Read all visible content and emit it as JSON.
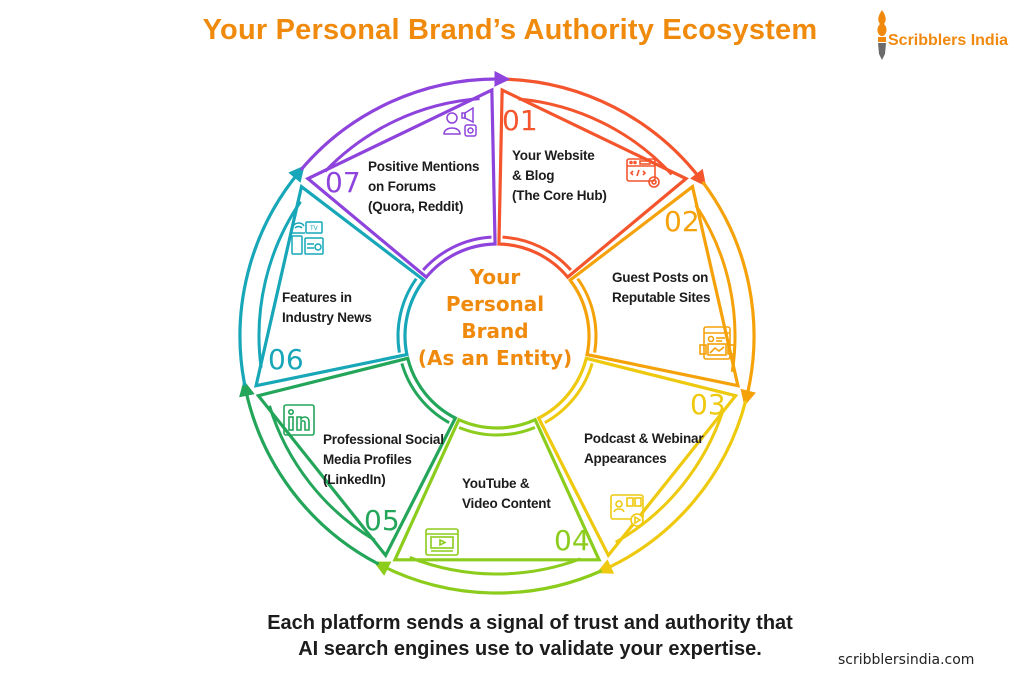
{
  "title": "Your Personal Brand’s Authority Ecosystem",
  "logo": {
    "text": "Scribblers India",
    "icon": "pen-nib-icon",
    "color": "#f0890e"
  },
  "center": {
    "lines": [
      "Your",
      "Personal",
      "Brand",
      "(As an Entity)"
    ],
    "color": "#f08a0c"
  },
  "segments": [
    {
      "number": "01",
      "lines": [
        "Your Website",
        "& Blog",
        "(The Core Hub)"
      ],
      "icon": "website-code-gear-icon",
      "color": "#f4552d"
    },
    {
      "number": "02",
      "lines": [
        "Guest Posts on",
        "Reputable Sites"
      ],
      "icon": "web-page-layout-icon",
      "color": "#f5a20a"
    },
    {
      "number": "03",
      "lines": [
        "Podcast & Webinar",
        "Appearances"
      ],
      "icon": "video-conference-play-icon",
      "color": "#eec90e"
    },
    {
      "number": "04",
      "lines": [
        "YouTube &",
        "Video Content"
      ],
      "icon": "video-player-icon",
      "color": "#8ccc1c"
    },
    {
      "number": "05",
      "lines": [
        "Professional Social",
        "Media Profiles",
        "(LinkedIn)"
      ],
      "icon": "linkedin-icon",
      "color": "#23a55a"
    },
    {
      "number": "06",
      "lines": [
        "Features in",
        "Industry News"
      ],
      "icon": "tv-radio-media-icon",
      "color": "#17a7b8"
    },
    {
      "number": "07",
      "lines": [
        "Positive Mentions",
        "on Forums",
        "(Quora, Reddit)"
      ],
      "icon": "person-megaphone-icon",
      "color": "#8e44dc"
    }
  ],
  "footer": {
    "lines": [
      "Each platform sends a signal of trust and authority that",
      "AI search engines use to validate your expertise."
    ]
  },
  "site": "scribblersindia.com"
}
